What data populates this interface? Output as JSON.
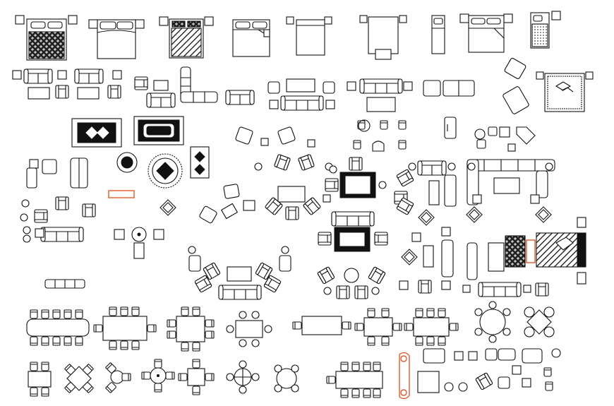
{
  "colors": {
    "background": "#ffffff",
    "line": "#111111",
    "accent": "#e05a2b"
  },
  "groups": {
    "beds": "bed-blocks",
    "sofas": "sofa-blocks",
    "rugs": "rug-blocks",
    "lounges": "lounge-arrangements",
    "dining": "dining-table-blocks"
  }
}
